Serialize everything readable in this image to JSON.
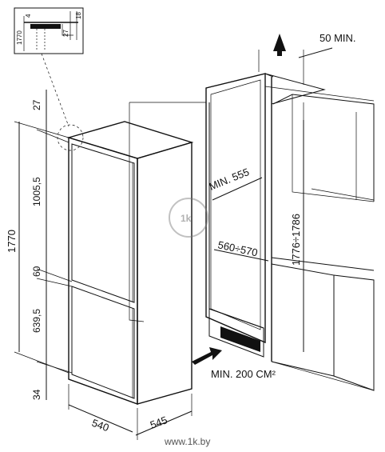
{
  "inset": {
    "dim_4": "4",
    "dim_18": "18",
    "dim_27": "27",
    "dim_1770": "1770"
  },
  "fridge_dims": {
    "total_height": "1770",
    "top_gap": "27",
    "upper_door": "1005,5",
    "middle_gap": "60",
    "lower_door": "639,5",
    "bottom_gap": "34",
    "width": "540",
    "depth": "545"
  },
  "niche_dims": {
    "top_clearance": "50 MIN.",
    "niche_depth": "MIN. 555",
    "niche_width": "560÷570",
    "niche_height": "1776÷1786",
    "ventilation": "MIN. 200 CM²"
  },
  "watermark": {
    "logo_text": "1k",
    "site": "www.1k.by"
  }
}
